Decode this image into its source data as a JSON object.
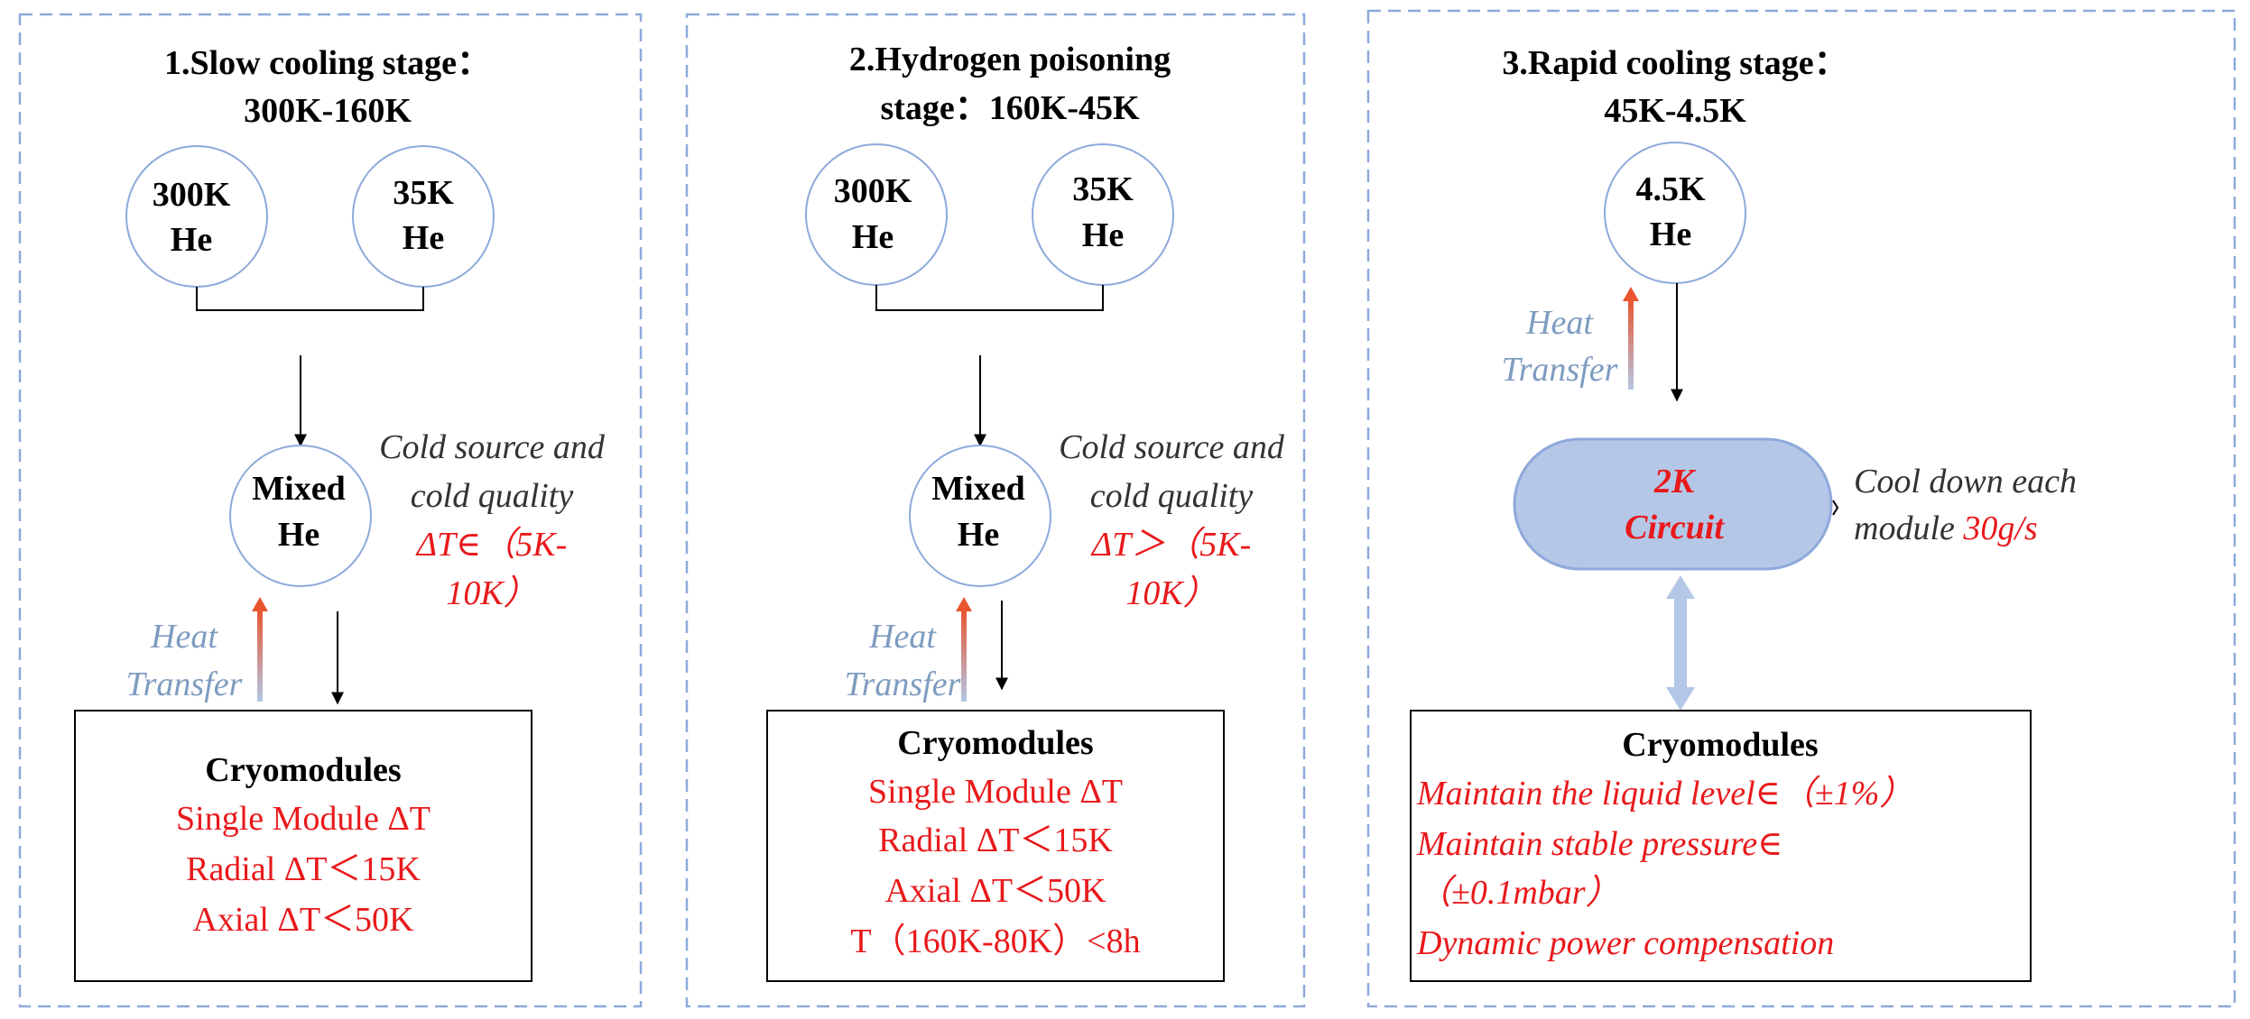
{
  "colors": {
    "dashed_border": "#8ea9db",
    "node_stroke": "#8ea9db",
    "circuit_fill": "#b4c7e7",
    "circuit_stroke": "#8ea9db",
    "red_text": "#e8191b",
    "heat_text": "#7e9cc0",
    "heat_arrow_top": "#e8552e",
    "heat_arrow_bottom": "#b4c7e7"
  },
  "panels": [
    {
      "title_lines": [
        "1.Slow cooling stage：",
        "300K-160K"
      ],
      "nodes": [
        {
          "lines": [
            "300K",
            "He"
          ]
        },
        {
          "lines": [
            "35K",
            "He"
          ]
        }
      ],
      "mixed_node": {
        "lines": [
          "Mixed",
          "He"
        ]
      },
      "note_lines": [
        "Cold source and",
        "cold quality"
      ],
      "note_red_lines": [
        "ΔT∈（5K-",
        "10K）"
      ],
      "heat_lines": [
        "Heat",
        "Transfer"
      ],
      "box": {
        "title": "Cryomodules",
        "lines": [
          "Single Module ΔT",
          "Radial ΔT＜15K",
          "Axial ΔT＜50K"
        ]
      }
    },
    {
      "title_lines": [
        "2.Hydrogen poisoning",
        "stage：160K-45K"
      ],
      "nodes": [
        {
          "lines": [
            "300K",
            "He"
          ]
        },
        {
          "lines": [
            "35K",
            "He"
          ]
        }
      ],
      "mixed_node": {
        "lines": [
          "Mixed",
          "He"
        ]
      },
      "note_lines": [
        "Cold source and",
        "cold quality"
      ],
      "note_red_lines": [
        "ΔT＞（5K-",
        "10K）"
      ],
      "heat_lines": [
        "Heat",
        "Transfer"
      ],
      "box": {
        "title": "Cryomodules",
        "lines": [
          "Single Module ΔT",
          "Radial ΔT＜15K",
          "Axial ΔT＜50K",
          "T（160K-80K）<8h"
        ]
      }
    },
    {
      "title_lines": [
        "3.Rapid cooling stage：",
        "45K-4.5K"
      ],
      "nodes": [
        {
          "lines": [
            "4.5K",
            "He"
          ]
        }
      ],
      "circuit": {
        "lines": [
          "2K",
          "Circuit"
        ]
      },
      "note_lines": [
        "Cool down each",
        "module "
      ],
      "note_red_inline": "30g/s",
      "heat_lines": [
        "Heat",
        "Transfer"
      ],
      "box": {
        "title": "Cryomodules",
        "lines": [
          "Maintain the liquid level∈（±1%）",
          "Maintain stable pressure∈",
          "（±0.1mbar）",
          "Dynamic power compensation"
        ]
      }
    }
  ]
}
